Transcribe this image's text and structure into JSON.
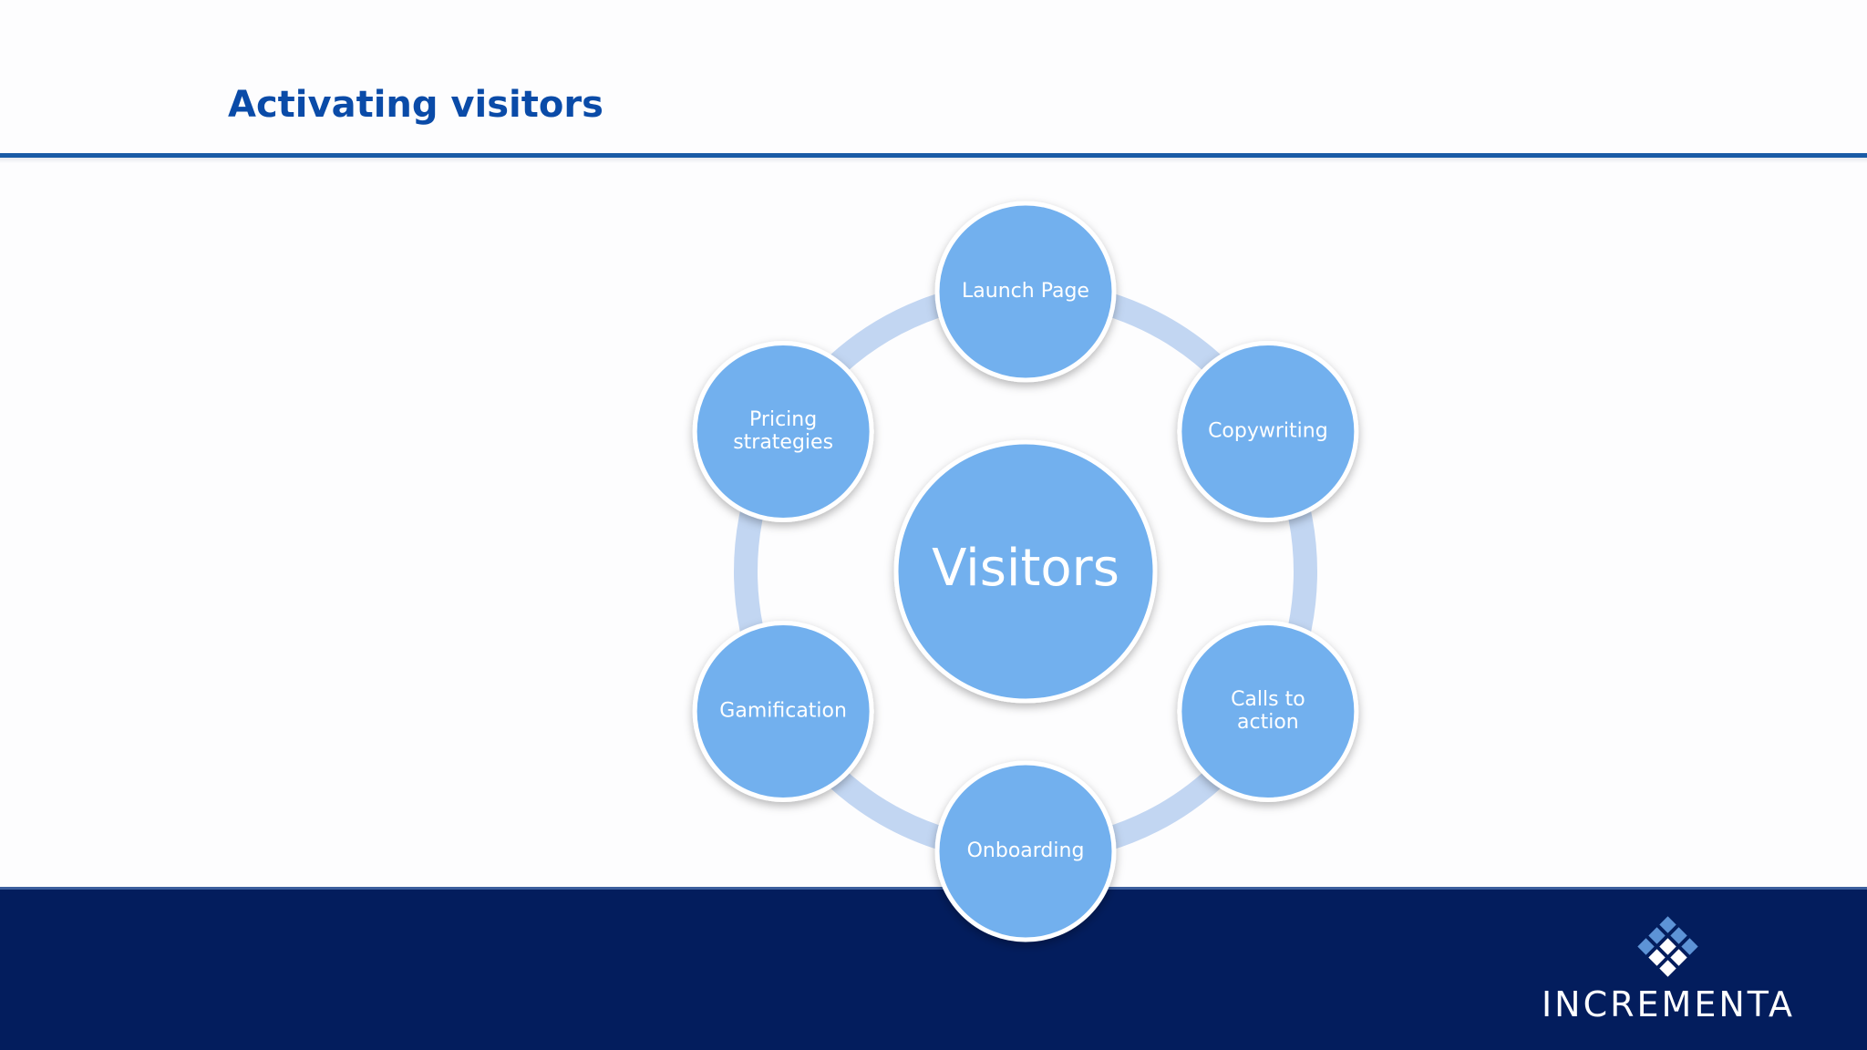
{
  "slide": {
    "title": "Activating visitors"
  },
  "diagram": {
    "center": "Visitors",
    "nodes": [
      {
        "id": "launch-page",
        "lines": [
          "Launch Page"
        ]
      },
      {
        "id": "copywriting",
        "lines": [
          "Copywriting"
        ]
      },
      {
        "id": "calls-to-action",
        "lines": [
          "Calls to",
          "action"
        ]
      },
      {
        "id": "onboarding",
        "lines": [
          "Onboarding"
        ]
      },
      {
        "id": "gamification",
        "lines": [
          "Gamification"
        ]
      },
      {
        "id": "pricing-strategies",
        "lines": [
          "Pricing",
          "strategies"
        ]
      }
    ]
  },
  "footer": {
    "logo_text": "INCREMENTA"
  },
  "colors": {
    "title": "#0a4ba8",
    "rule": "#1a5ba6",
    "footer": "#031d5d",
    "node_fill": "#72b0ee",
    "ring": "#c2d6f2"
  }
}
